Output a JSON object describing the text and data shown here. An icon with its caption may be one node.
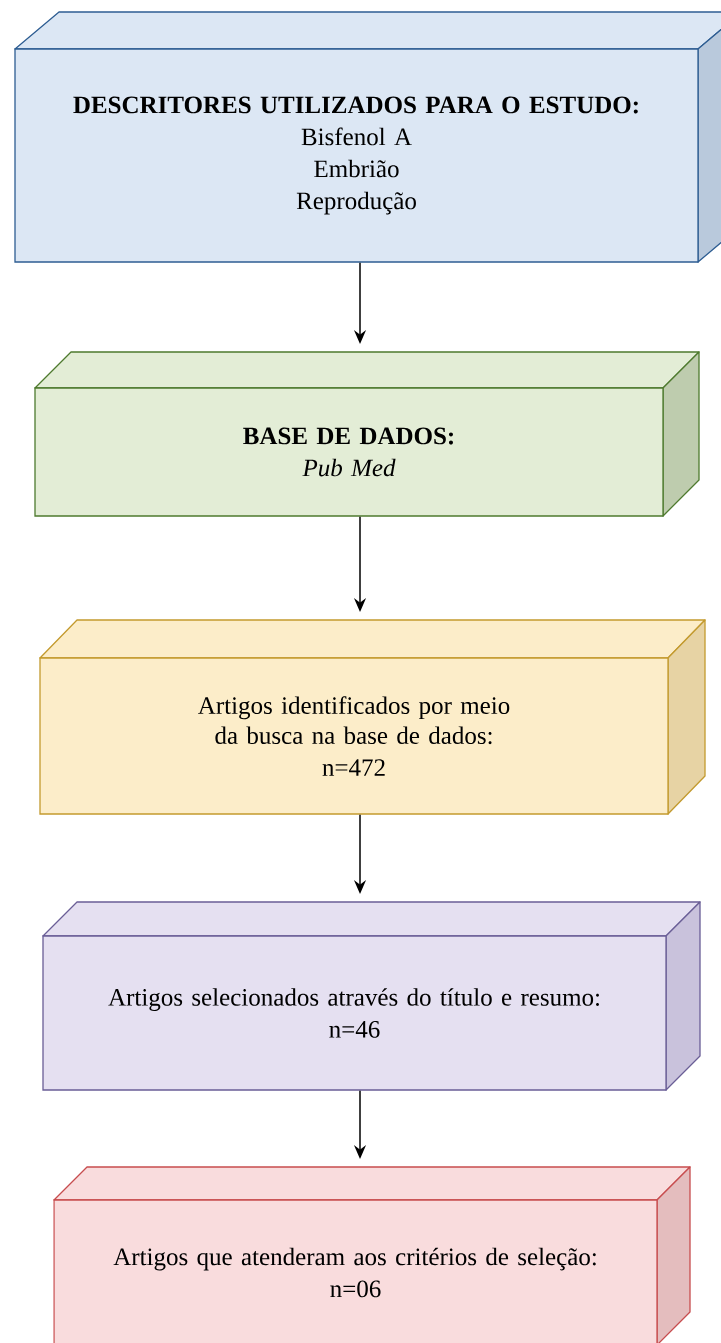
{
  "diagram": {
    "nodes": [
      {
        "text": [
          "DESCRITORES UTILIZADOS PARA O ESTUDO:",
          "Bisfenol A",
          "Embrião",
          "Reprodução"
        ]
      },
      {
        "text": [
          "BASE DE DADOS:",
          "Pub Med"
        ]
      },
      {
        "text": [
          "Artigos identificados por meio da busca na base de dados:",
          "n=472"
        ]
      },
      {
        "text": [
          "Artigos selecionados através do título e resumo:",
          "n=46"
        ]
      },
      {
        "text": [
          "Artigos que atenderam aos critérios de seleção:",
          "n=06"
        ]
      }
    ],
    "edges": [
      {
        "from": 0,
        "to": 1,
        "arrow": "to"
      },
      {
        "from": 1,
        "to": 2,
        "arrow": "to"
      },
      {
        "from": 2,
        "to": 3,
        "arrow": "to"
      },
      {
        "from": 3,
        "to": 4,
        "arrow": "to"
      }
    ]
  }
}
